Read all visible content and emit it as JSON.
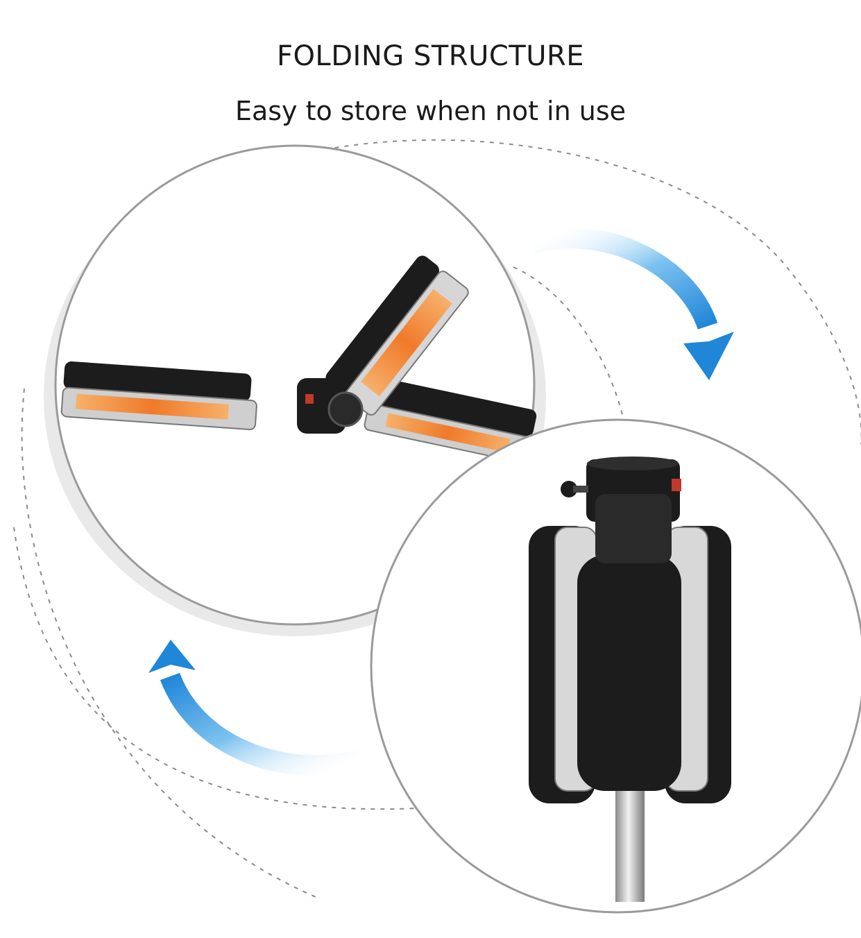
{
  "header": {
    "title": "FOLDING STRUCTURE",
    "subtitle": "Easy to store when not in use"
  },
  "colors": {
    "arrow": "#3a9be0",
    "circle_outline": "#9a9a9a",
    "dashed_line": "#8a8a8a",
    "heater_body": "#1c1c1c",
    "heating_element": "#f0883a"
  },
  "figures": [
    {
      "name": "heater-unfolded",
      "state": "unfolded"
    },
    {
      "name": "heater-folded",
      "state": "folded"
    }
  ],
  "icons": [
    "arrow-clockwise-icon",
    "arrow-counterclockwise-icon"
  ]
}
